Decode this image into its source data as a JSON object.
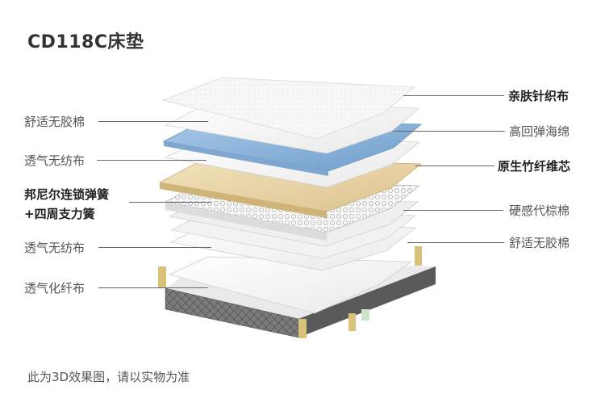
{
  "title": "CD118C床垫",
  "footnote": "此为3D效果图，请以实物为准",
  "left_labels": {
    "comfort_latex": "舒适无胶棉",
    "breathable_fabric_top": "透气无纺布",
    "spring_line1": "邦尼尔连锁弹簧",
    "spring_line2": "+四周支力簧",
    "breathable_fabric_bottom": "透气无纺布",
    "breathable_fiber": "透气化纤布"
  },
  "right_labels": {
    "skin_knit": "亲肤针织布",
    "hr_foam": "高回弹海绵",
    "bamboo_core": "原生竹纤维芯",
    "hard_palm": "硬感代棕棉",
    "comfort_latex": "舒适无胶棉"
  },
  "colors": {
    "knit": "#f4f4f4",
    "foam_blue": "#8fb6da",
    "bamboo": "#e8d4a6",
    "base_dark": "#4f4f4f",
    "gold": "#d8c27a"
  }
}
